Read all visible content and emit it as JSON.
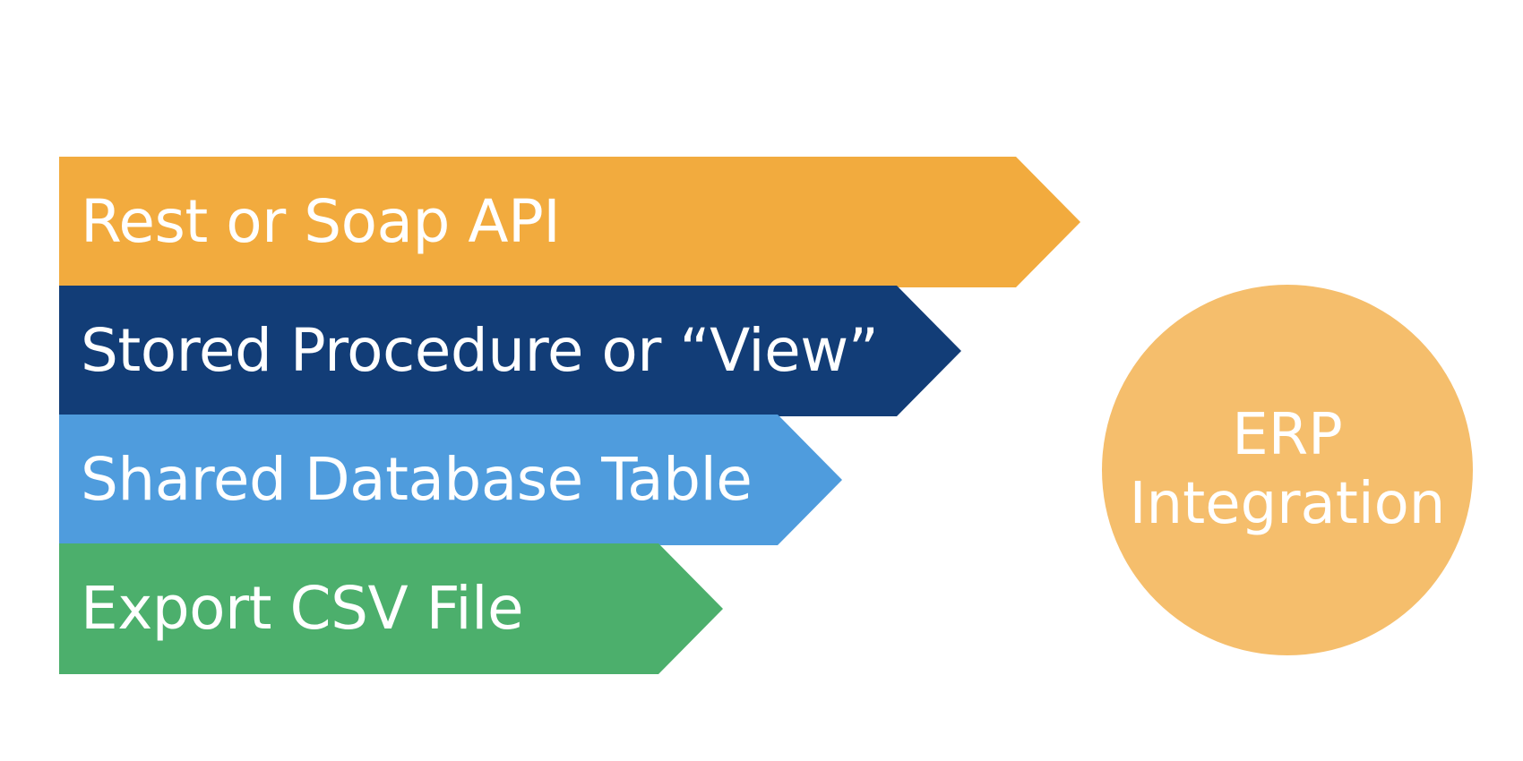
{
  "colors": {
    "background": "#ffffff",
    "arrow_1": "#f2ab3e",
    "arrow_2": "#123d77",
    "arrow_3": "#4f9cdd",
    "arrow_4": "#4caf6c",
    "circle": "#f5be6c",
    "text": "#ffffff"
  },
  "arrows": [
    {
      "label": "Rest or Soap API"
    },
    {
      "label": "Stored Procedure or “View”"
    },
    {
      "label": "Shared Database Table"
    },
    {
      "label": "Export CSV File"
    }
  ],
  "circle": {
    "line1": "ERP",
    "line2": "Integration"
  }
}
